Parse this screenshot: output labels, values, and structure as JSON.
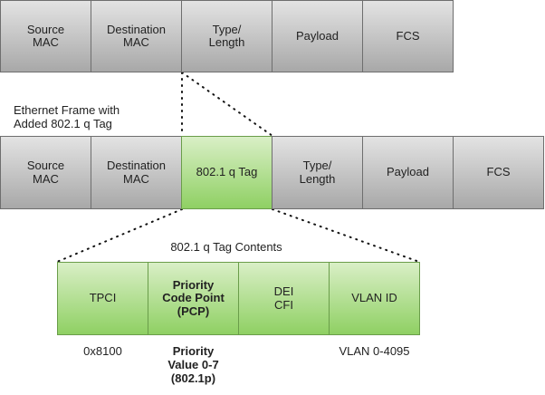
{
  "frame1": {
    "fields": [
      "Source\nMAC",
      "Destination\nMAC",
      "Type/\nLength",
      "Payload",
      "FCS"
    ]
  },
  "caption": "Ethernet Frame with\nAdded 802.1 q Tag",
  "frame2": {
    "fields": [
      "Source\nMAC",
      "Destination\nMAC",
      "802.1 q Tag",
      "Type/\nLength",
      "Payload",
      "FCS"
    ]
  },
  "tag": {
    "title": "802.1 q Tag Contents",
    "fields": [
      "TPCI",
      "Priority\nCode Point\n(PCP)",
      "DEI\nCFI",
      "VLAN ID"
    ],
    "values": [
      "0x8100",
      "Priority\nValue 0-7\n(802.1p)",
      "VLAN 0-4095"
    ]
  },
  "colors": {
    "gray_top": "#e3e3e3",
    "gray_bottom": "#a8a8a8",
    "green_top": "#d9efc6",
    "green_bottom": "#8fd063"
  }
}
